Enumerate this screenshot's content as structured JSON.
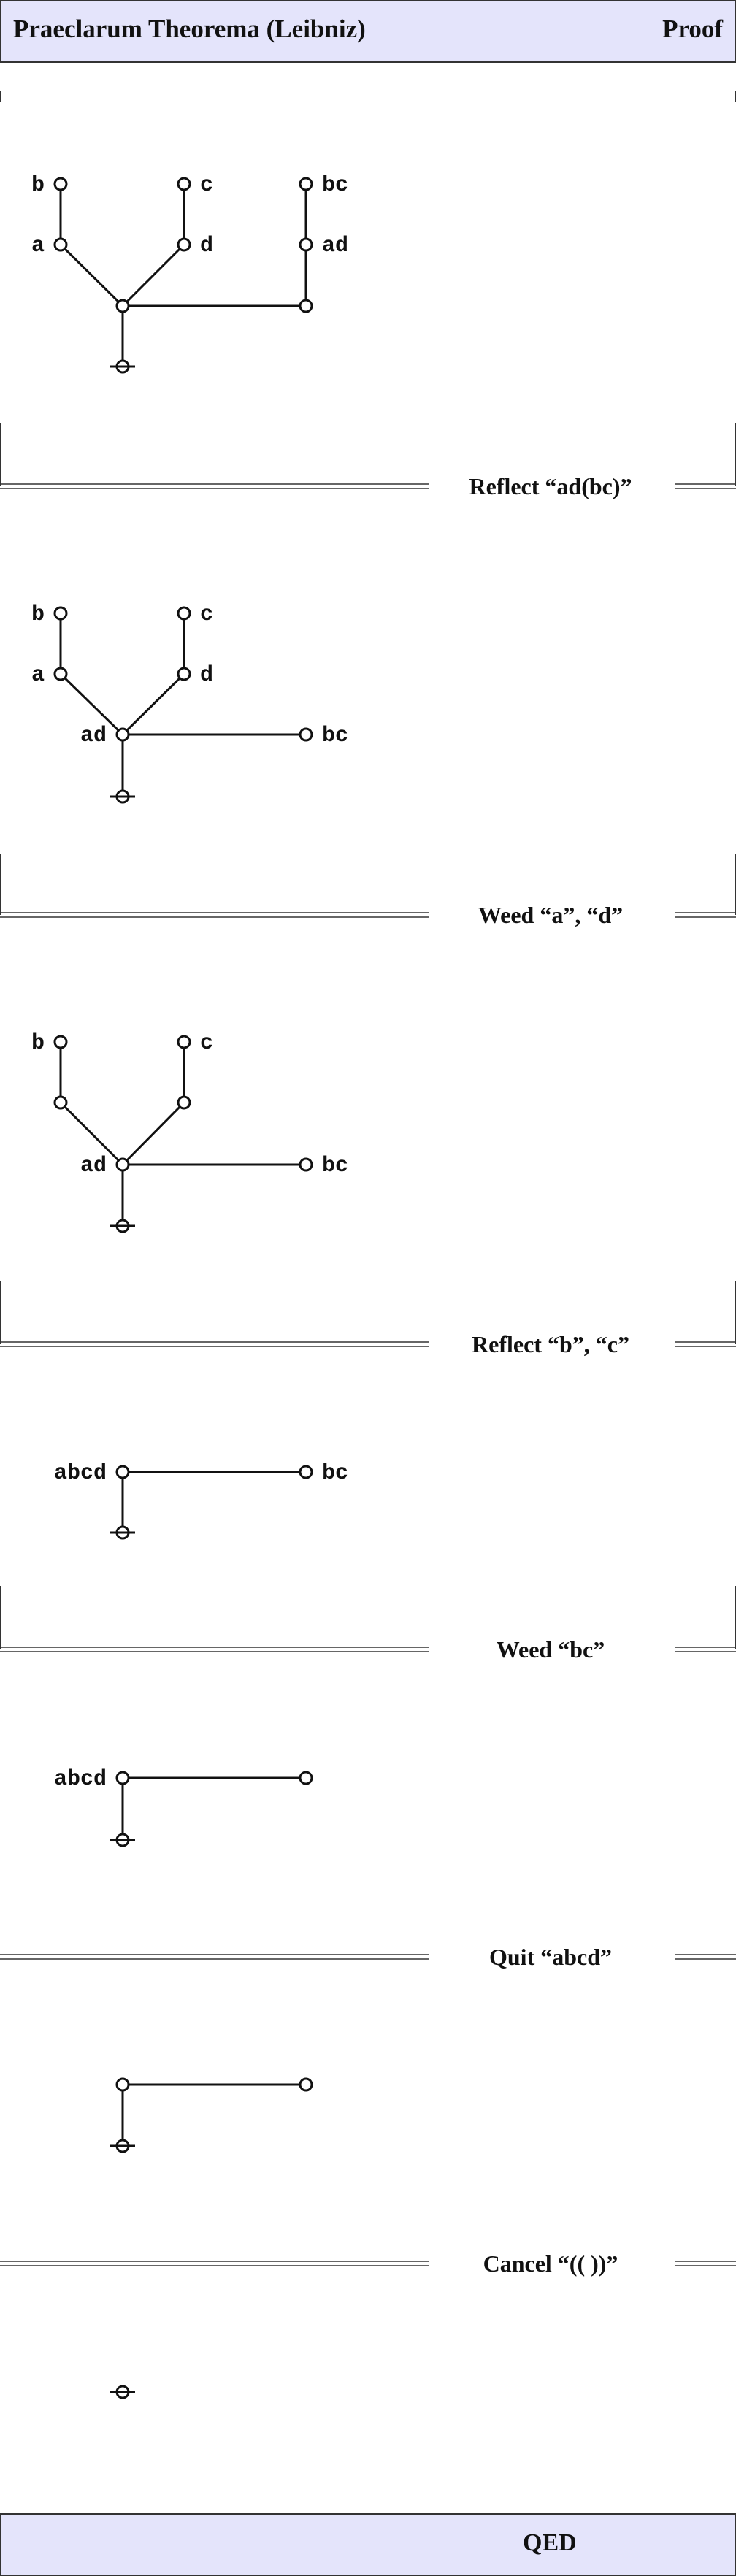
{
  "header": {
    "title": "Praeclarum Theorema (Leibniz)",
    "right_label": "Proof"
  },
  "steps": [
    "Reflect “ad(bc)”",
    "Weed “a”, “d”",
    "Reflect “b”, “c”",
    "Weed “bc”",
    "Quit “abcd”",
    "Cancel “(( ))”"
  ],
  "diagrams": [
    {
      "labels": {
        "b": "b",
        "c": "c",
        "bc": "bc",
        "a": "a",
        "d": "d",
        "ad": "ad"
      }
    },
    {
      "labels": {
        "b": "b",
        "c": "c",
        "a": "a",
        "d": "d",
        "ad": "ad",
        "bc": "bc"
      }
    },
    {
      "labels": {
        "b": "b",
        "c": "c",
        "ad": "ad",
        "bc": "bc"
      }
    },
    {
      "labels": {
        "abcd": "abcd",
        "bc": "bc"
      }
    },
    {
      "labels": {
        "abcd": "abcd"
      }
    },
    {
      "labels": {}
    },
    {
      "labels": {}
    }
  ],
  "footer": {
    "label": "QED"
  }
}
